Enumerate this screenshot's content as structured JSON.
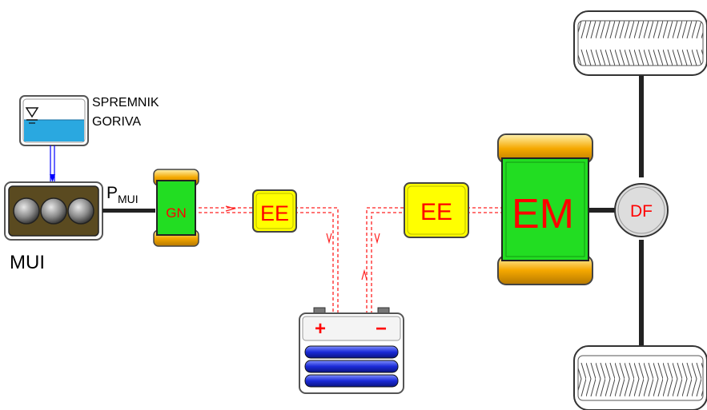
{
  "tank": {
    "label_line1": "SPREMNIK",
    "label_line2": "GORIVA"
  },
  "engine": {
    "label": "MUI",
    "power_label": "P",
    "power_subscript": "MUI"
  },
  "generator": {
    "label": "GN"
  },
  "converter_left": {
    "label": "EE"
  },
  "converter_right": {
    "label": "EE"
  },
  "motor": {
    "label": "EM"
  },
  "differential": {
    "label": "DF"
  },
  "battery": {
    "plus": "+",
    "minus": "−"
  },
  "colors": {
    "fuel": "#2aa8e0",
    "engine_body": "#5a4a20",
    "generator_green": "#22dd22",
    "roller_orange": "#f5a800",
    "converter_yellow": "#ffff00",
    "label_red": "#ff0000",
    "electric_line": "#ff2020",
    "fuel_line": "#0000ff",
    "battery_blue": "#1a2ad8",
    "differential_gray": "#dddddd"
  }
}
